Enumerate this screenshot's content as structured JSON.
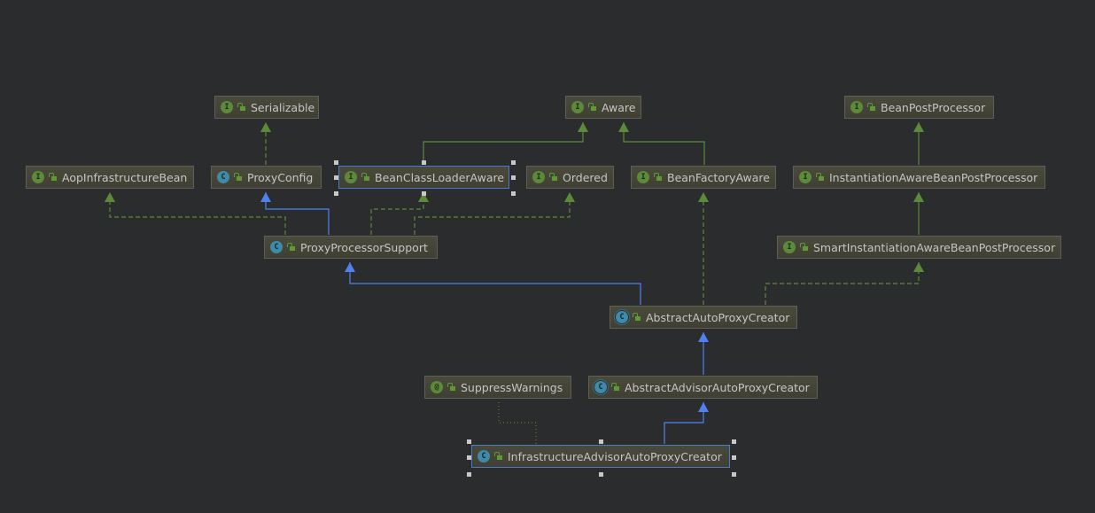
{
  "diagram": {
    "title": "InfrastructureAdvisorAutoProxyCreator hierarchy",
    "colors": {
      "background": "#2b2c2e",
      "extends": "#4f82f0",
      "implements": "#5d8a3a",
      "annotation_link": "#6b7a2a",
      "selection": "#4b78c9"
    },
    "nodes": [
      {
        "id": "serializable",
        "label": "Serializable",
        "kind": "interface",
        "kind_letter": "I",
        "visibility_icon": "public-lock-icon"
      },
      {
        "id": "aware",
        "label": "Aware",
        "kind": "interface",
        "kind_letter": "I",
        "visibility_icon": "public-lock-icon"
      },
      {
        "id": "bean-post-processor",
        "label": "BeanPostProcessor",
        "kind": "interface",
        "kind_letter": "I",
        "visibility_icon": "public-lock-icon"
      },
      {
        "id": "aop-infrastructure-bean",
        "label": "AopInfrastructureBean",
        "kind": "interface",
        "kind_letter": "I",
        "visibility_icon": "public-lock-icon"
      },
      {
        "id": "proxy-config",
        "label": "ProxyConfig",
        "kind": "class",
        "kind_letter": "C",
        "visibility_icon": "public-lock-icon"
      },
      {
        "id": "bean-class-loader-aware",
        "label": "BeanClassLoaderAware",
        "kind": "interface",
        "kind_letter": "I",
        "visibility_icon": "public-lock-icon",
        "selected": true
      },
      {
        "id": "ordered",
        "label": "Ordered",
        "kind": "interface",
        "kind_letter": "I",
        "visibility_icon": "public-lock-icon"
      },
      {
        "id": "bean-factory-aware",
        "label": "BeanFactoryAware",
        "kind": "interface",
        "kind_letter": "I",
        "visibility_icon": "public-lock-icon"
      },
      {
        "id": "instantiation-aware-bpp",
        "label": "InstantiationAwareBeanPostProcessor",
        "kind": "interface",
        "kind_letter": "I",
        "visibility_icon": "public-lock-icon"
      },
      {
        "id": "proxy-processor-support",
        "label": "ProxyProcessorSupport",
        "kind": "class",
        "kind_letter": "C",
        "visibility_icon": "public-lock-icon"
      },
      {
        "id": "smart-instantiation-aware-bpp",
        "label": "SmartInstantiationAwareBeanPostProcessor",
        "kind": "interface",
        "kind_letter": "I",
        "visibility_icon": "public-lock-icon"
      },
      {
        "id": "abstract-auto-proxy-creator",
        "label": "AbstractAutoProxyCreator",
        "kind": "abstract",
        "kind_letter": "C",
        "visibility_icon": "public-lock-icon"
      },
      {
        "id": "suppress-warnings",
        "label": "SuppressWarnings",
        "kind": "annotation",
        "kind_letter": "@",
        "visibility_icon": "public-lock-icon"
      },
      {
        "id": "abstract-advisor-auto-proxy-creator",
        "label": "AbstractAdvisorAutoProxyCreator",
        "kind": "abstract",
        "kind_letter": "C",
        "visibility_icon": "public-lock-icon"
      },
      {
        "id": "infrastructure-advisor-auto-proxy-creator",
        "label": "InfrastructureAdvisorAutoProxyCreator",
        "kind": "class",
        "kind_letter": "C",
        "visibility_icon": "public-lock-icon",
        "selected": true
      }
    ],
    "edges": [
      {
        "from": "proxy-config",
        "to": "serializable",
        "type": "implements"
      },
      {
        "from": "bean-class-loader-aware",
        "to": "aware",
        "type": "extends-interface"
      },
      {
        "from": "bean-factory-aware",
        "to": "aware",
        "type": "extends-interface"
      },
      {
        "from": "instantiation-aware-bpp",
        "to": "bean-post-processor",
        "type": "extends-interface"
      },
      {
        "from": "smart-instantiation-aware-bpp",
        "to": "instantiation-aware-bpp",
        "type": "extends-interface"
      },
      {
        "from": "proxy-processor-support",
        "to": "aop-infrastructure-bean",
        "type": "implements"
      },
      {
        "from": "proxy-processor-support",
        "to": "proxy-config",
        "type": "extends"
      },
      {
        "from": "proxy-processor-support",
        "to": "bean-class-loader-aware",
        "type": "implements"
      },
      {
        "from": "proxy-processor-support",
        "to": "ordered",
        "type": "implements"
      },
      {
        "from": "abstract-auto-proxy-creator",
        "to": "proxy-processor-support",
        "type": "extends"
      },
      {
        "from": "abstract-auto-proxy-creator",
        "to": "bean-factory-aware",
        "type": "implements"
      },
      {
        "from": "abstract-auto-proxy-creator",
        "to": "smart-instantiation-aware-bpp",
        "type": "implements"
      },
      {
        "from": "abstract-advisor-auto-proxy-creator",
        "to": "abstract-auto-proxy-creator",
        "type": "extends"
      },
      {
        "from": "infrastructure-advisor-auto-proxy-creator",
        "to": "abstract-advisor-auto-proxy-creator",
        "type": "extends"
      },
      {
        "from": "infrastructure-advisor-auto-proxy-creator",
        "to": "suppress-warnings",
        "type": "annotated"
      }
    ]
  }
}
